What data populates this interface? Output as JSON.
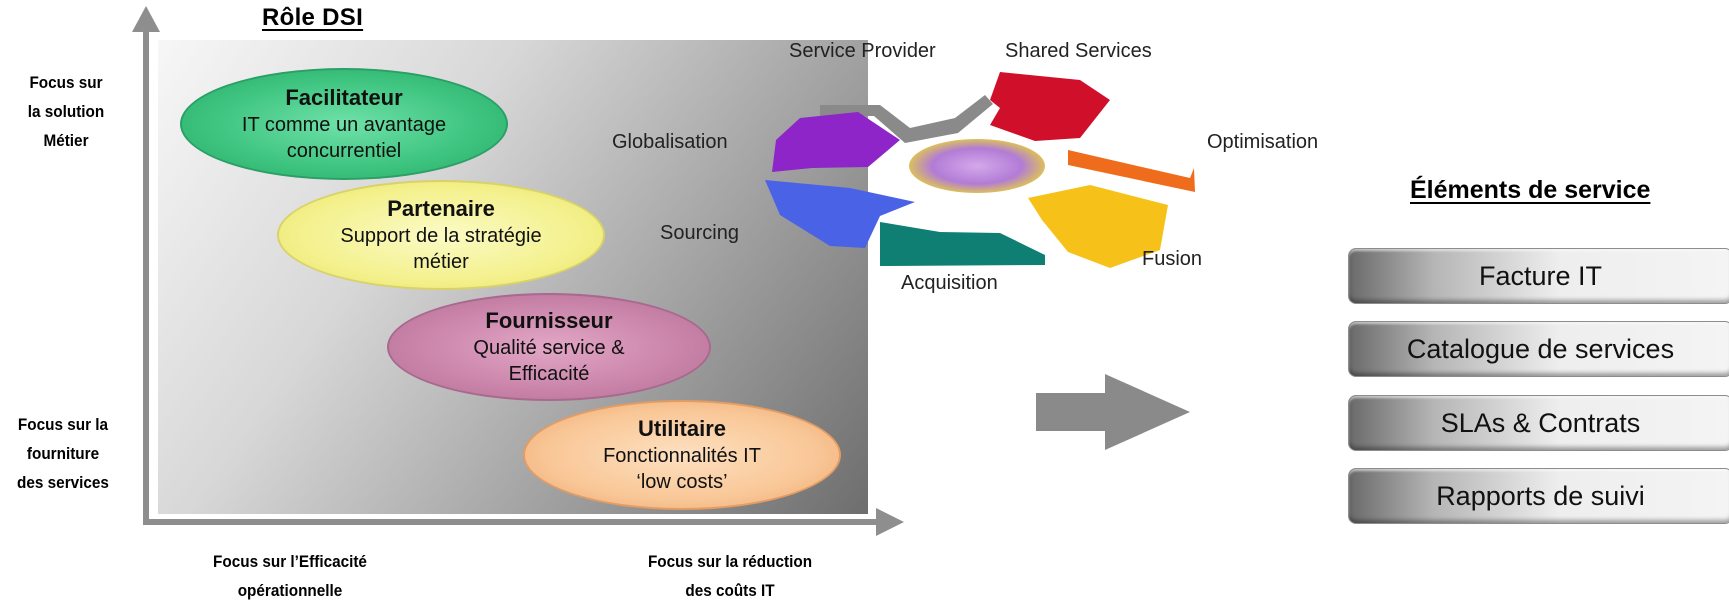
{
  "title": "Rôle DSI",
  "y_axis": {
    "top_label": [
      "Focus sur",
      "la solution",
      "Métier"
    ],
    "bottom_label": [
      "Focus sur la",
      "fourniture",
      "des services"
    ]
  },
  "x_axis": {
    "left_label": [
      "Focus sur l’Efficacité",
      "opérationnelle"
    ],
    "right_label": [
      "Focus sur la réduction",
      "des coûts IT"
    ]
  },
  "roles": [
    {
      "name": "Facilitateur",
      "desc": [
        "IT comme un avantage",
        "concurrentiel"
      ],
      "color": "#3cc37e"
    },
    {
      "name": "Partenaire",
      "desc": [
        "Support de la stratégie",
        "métier"
      ],
      "color": "#f3f08a"
    },
    {
      "name": "Fournisseur",
      "desc": [
        "Qualité service &",
        "Efficacité"
      ],
      "color": "#c983a9"
    },
    {
      "name": "Utilitaire",
      "desc": [
        "Fonctionnalités IT",
        "‘low costs’"
      ],
      "color": "#f9c797"
    }
  ],
  "cycle": {
    "labels": {
      "service_provider": "Service Provider",
      "shared_services": "Shared Services",
      "optimisation": "Optimisation",
      "fusion": "Fusion",
      "acquisition": "Acquisition",
      "sourcing": "Sourcing",
      "globalisation": "Globalisation"
    },
    "colors": {
      "red": "#d0102a",
      "orange": "#ef6c1c",
      "yellow": "#f6c21a",
      "teal": "#0f7f74",
      "blue": "#4a63e6",
      "purple": "#8d25c9",
      "gray": "#8a8a8a"
    }
  },
  "services": {
    "title": "Éléments de service",
    "items": [
      "Facture IT",
      "Catalogue de services",
      "SLAs & Contrats",
      "Rapports de suivi"
    ]
  }
}
